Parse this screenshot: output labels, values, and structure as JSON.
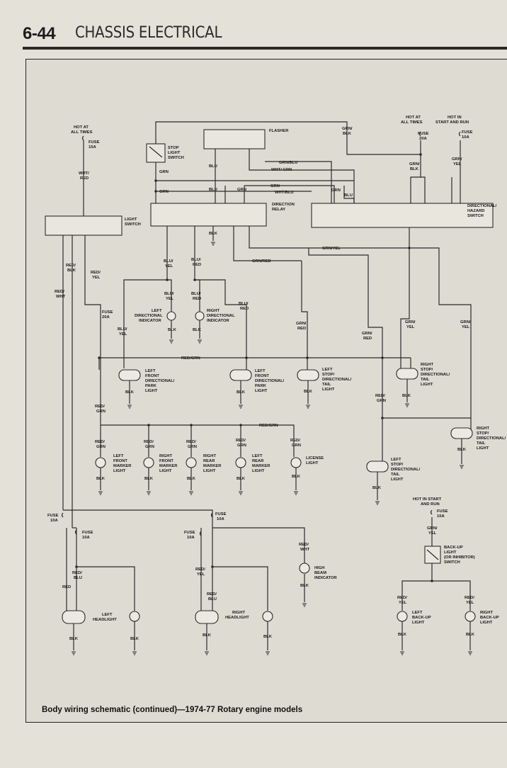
{
  "header": {
    "page_number": "6-44",
    "section": "CHASSIS ELECTRICAL"
  },
  "caption": "Body wiring schematic (continued)—1974-77 Rotary engine models",
  "labels": {
    "hot_all_times_l1": "HOT AT",
    "hot_all_times_l2": "ALL TIMES",
    "fuse15_l1": "FUSE",
    "fuse15_l2": "15A",
    "wht_red_l1": "WHT/",
    "wht_red_l2": "RED",
    "stop_l1": "STOP",
    "stop_l2": "LIGHT",
    "stop_l3": "SWITCH",
    "flasher": "FLASHER",
    "grn_blk_top_l1": "GRN/",
    "grn_blk_top_l2": "BLK",
    "hot_at_r_l1": "HOT AT",
    "hot_at_r_l2": "ALL TIMES",
    "hot_in_r_l1": "HOT IN",
    "hot_in_r_l2": "START AND RUN",
    "fuse20r_l1": "FUSE",
    "fuse20r_l2": "20A",
    "fuse10r_l1": "FUSE",
    "fuse10r_l2": "10A",
    "grn_blu": "GRN/BLU",
    "wht_grn": "WHT/ GRN",
    "blu_a": "BLU",
    "grn_a": "GRN",
    "grn_b": "GRN",
    "grn_blk_r_l1": "GRN/",
    "grn_blk_r_l2": "BLK",
    "grn_yel_r_l1": "GRN/",
    "grn_yel_r_l2": "YEL",
    "grn_c": "GRN",
    "wht_blu": "WHT/BLU",
    "grn_d": "GRN",
    "blu_b": "BLU",
    "blu_c": "BLU",
    "grn_e": "GRN",
    "dir_relay_l1": "DIRECTION",
    "dir_relay_l2": "RELAY",
    "dir_haz_l1": "DIRECTIONAL/",
    "dir_haz_l2": "HAZARD",
    "dir_haz_l3": "SWITCH",
    "light_sw_l1": "LIGHT",
    "light_sw_l2": "SWITCH",
    "blk_relay": "BLK",
    "grn_yel_mid": "GRN/YEL",
    "grn_red_mid": "GRN/RED",
    "blu_yel_1_l1": "BLU/",
    "blu_yel_1_l2": "YEL",
    "blu_red_1_l1": "BLU/",
    "blu_red_1_l2": "RED",
    "red_blk_l1": "RED/",
    "red_blk_l2": "BLK",
    "red_yel_l1": "RED/",
    "red_yel_l2": "YEL",
    "red_wht_l1": "RED/",
    "red_wht_l2": "WHT",
    "fuse20_mid_l1": "FUSE",
    "fuse20_mid_l2": "20A",
    "blu_yel_2_l1": "BLU/",
    "blu_yel_2_l2": "YEL",
    "blu_red_2_l1": "BLU/",
    "blu_red_2_l2": "RED",
    "blu_red_3_l1": "BLU/",
    "blu_red_3_l2": "RED",
    "ldi_l1": "LEFT",
    "ldi_l2": "DIRECTIONAL",
    "ldi_l3": "INDICATOR",
    "rdi_l1": "RIGHT",
    "rdi_l2": "DIRECTIONAL",
    "rdi_l3": "INDICATOR",
    "blk_ldi": "BLK",
    "blk_rdi": "BLK",
    "blu_yel_3_l1": "BLU/",
    "blu_yel_3_l2": "YEL",
    "grn_red_a_l1": "GRN/",
    "grn_red_a_l2": "RED",
    "grn_red_b_l1": "GRN/",
    "grn_red_b_l2": "RED",
    "grn_yel_a_l1": "GRN/",
    "grn_yel_a_l2": "YEL",
    "grn_yel_b_l1": "GRN/",
    "grn_yel_b_l2": "YEL",
    "red_grn_1": "RED/GRN",
    "lfd_l1": "LEFT",
    "lfd_l2": "FRONT",
    "lfd_l3": "DIRECTIONAL/",
    "lfd_l4": "PARK",
    "lfd_l5": "LIGHT",
    "lf2_l1": "LEFT",
    "lf2_l2": "FRONT",
    "lf2_l3": "DIRECTIONAL/",
    "lf2_l4": "PARK",
    "lf2_l5": "LIGHT",
    "lsd_l1": "LEFT",
    "lsd_l2": "STOP/",
    "lsd_l3": "DIRECTIONAL/",
    "lsd_l4": "TAIL",
    "lsd_l5": "LIGHT",
    "rsd_l1": "RIGHT",
    "rsd_l2": "STOP/",
    "rsd_l3": "DIRECTIONAL/",
    "rsd_l4": "TAIL",
    "rsd_l5": "LIGHT",
    "blk_1": "BLK",
    "blk_2": "BLK",
    "blk_3": "BLK",
    "blk_4": "BLK",
    "red_grn_v_l1": "RED/",
    "red_grn_v_l2": "GRN",
    "red_grn_v2_l1": "RED/",
    "red_grn_v2_l2": "GRN",
    "red_grn_2": "RED/GRN",
    "m1_l1": "RED/",
    "m1_l2": "GRN",
    "m2_l1": "RED/",
    "m2_l2": "GRN",
    "m3_l1": "RED/",
    "m3_l2": "GRN",
    "m4_l1": "RED/",
    "m4_l2": "GRN",
    "m5_l1": "RED/",
    "m5_l2": "GRN",
    "lfm_l1": "LEFT",
    "lfm_l2": "FRONT",
    "lfm_l3": "MARKER",
    "lfm_l4": "LIGHT",
    "rfm_l1": "RIGHT",
    "rfm_l2": "FRONT",
    "rfm_l3": "MARKER",
    "rfm_l4": "LIGHT",
    "rrm_l1": "RIGHT",
    "rrm_l2": "REAR",
    "rrm_l3": "MARKER",
    "rrm_l4": "LIGHT",
    "lrm_l1": "LEFT",
    "lrm_l2": "REAR",
    "lrm_l3": "MARKER",
    "lrm_l4": "LIGHT",
    "lic_l1": "LICENSE",
    "lic_l2": "LIGHT",
    "blk_m1": "BLK",
    "blk_m2": "BLK",
    "blk_m3": "BLK",
    "blk_m4": "BLK",
    "blk_m5": "BLK",
    "lsd2_l1": "LEFT",
    "lsd2_l2": "STOP/",
    "lsd2_l3": "DIRECTIONAL/",
    "lsd2_l4": "TAIL",
    "lsd2_l5": "LIGHT",
    "blk_lsd2": "BLK",
    "rsd2_l1": "RIGHT",
    "rsd2_l2": "STOP/",
    "rsd2_l3": "DIRECTIONAL/",
    "rsd2_l4": "TAIL",
    "rsd2_l5": "LIGHT",
    "blk_rsd2": "BLK",
    "fuse10_a_l1": "FUSE",
    "fuse10_a_l2": "10A",
    "fuse10_b_l1": "FUSE",
    "fuse10_b_l2": "10A",
    "fuse10_c_l1": "FUSE",
    "fuse10_c_l2": "10A",
    "fuse10_d_l1": "FUSE",
    "fuse10_d_l2": "10A",
    "hot_start_l1": "HOT IN START",
    "hot_start_l2": "AND RUN",
    "fuse10_e_l1": "FUSE",
    "fuse10_e_l2": "10A",
    "grn_yel_bu_l1": "GRN/",
    "grn_yel_bu_l2": "YEL",
    "backup_sw_l1": "BACK-UP",
    "backup_sw_l2": "LIGHT",
    "backup_sw_l3": "(OR INHIBITOR)",
    "backup_sw_l4": "SWITCH",
    "red_wht_hb_l1": "RED/",
    "red_wht_hb_l2": "WHT",
    "hb_l1": "HIGH",
    "hb_l2": "BEAM",
    "hb_l3": "INDICATOR",
    "blk_hb": "BLK",
    "red_blu_l_l1": "RED/",
    "red_blu_l_l2": "BLU",
    "red_l": "RED",
    "red_yel_h_l1": "RED/",
    "red_yel_h_l2": "YEL",
    "red_blu_r_l1": "RED/",
    "red_blu_r_l2": "BLU",
    "red_yel_bu1_l1": "RED/",
    "red_yel_bu1_l2": "YEL",
    "red_yel_bu2_l1": "RED/",
    "red_yel_bu2_l2": "YEL",
    "lh_l1": "LEFT",
    "lh_l2": "HEADLIGHT",
    "rh_l1": "RIGHT",
    "rh_l2": "HEADLIGHT",
    "lbu_l1": "LEFT",
    "lbu_l2": "BACK-UP",
    "lbu_l3": "LIGHT",
    "rbu_l1": "RIGHT",
    "rbu_l2": "BACK-UP",
    "rbu_l3": "LIGHT",
    "blk_h1": "BLK",
    "blk_h2": "BLK",
    "blk_h3": "BLK",
    "blk_h4": "BLK",
    "blk_bu1": "BLK",
    "blk_bu2": "BLK"
  }
}
